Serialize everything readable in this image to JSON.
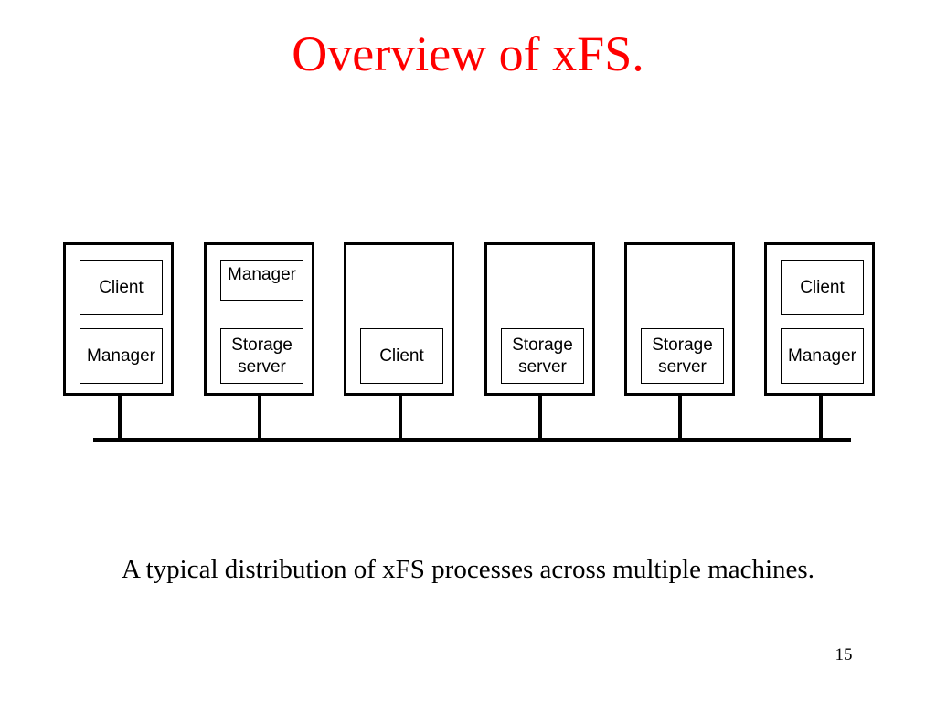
{
  "slide": {
    "title": "Overview of xFS.",
    "caption": "A typical distribution of xFS processes across multiple machines.",
    "page_number": "15",
    "title_color": "#ff0000"
  },
  "diagram": {
    "machines": [
      {
        "processes": [
          "Client",
          "Manager"
        ]
      },
      {
        "processes": [
          "Manager",
          "Storage server"
        ]
      },
      {
        "processes": [
          "Client"
        ]
      },
      {
        "processes": [
          "Storage server"
        ]
      },
      {
        "processes": [
          "Storage server"
        ]
      },
      {
        "processes": [
          "Client",
          "Manager"
        ]
      }
    ]
  }
}
